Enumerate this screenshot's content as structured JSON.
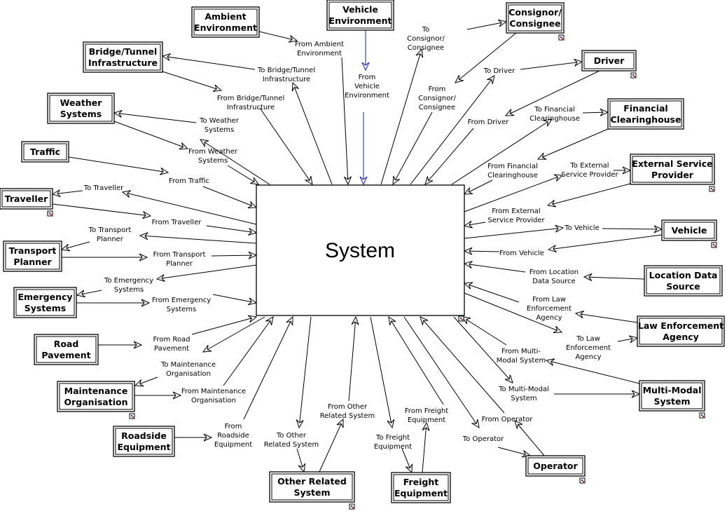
{
  "diagram": {
    "title": "System Context Diagram",
    "system_label": "System",
    "colors": {
      "line": "#000000",
      "highlight_line": "#1a1ad6",
      "background": "#ffffff",
      "link_icon_blue": "#1a1ad6",
      "link_icon_red": "#e01818"
    },
    "terminators": [
      {
        "id": "ambient",
        "lines": [
          "Ambient",
          "Environment"
        ],
        "has_link_icon": false
      },
      {
        "id": "vehicle-env",
        "lines": [
          "Vehicle",
          "Environment"
        ],
        "has_link_icon": false
      },
      {
        "id": "consignor",
        "lines": [
          "Consignor/",
          "Consignee"
        ],
        "has_link_icon": true
      },
      {
        "id": "driver",
        "lines": [
          "Driver"
        ],
        "has_link_icon": true
      },
      {
        "id": "financial",
        "lines": [
          "Financial",
          "Clearinghouse"
        ],
        "has_link_icon": false
      },
      {
        "id": "external",
        "lines": [
          "External Service",
          "Provider"
        ],
        "has_link_icon": true
      },
      {
        "id": "vehicle",
        "lines": [
          "Vehicle"
        ],
        "has_link_icon": true
      },
      {
        "id": "location",
        "lines": [
          "Location Data",
          "Source"
        ],
        "has_link_icon": false
      },
      {
        "id": "law",
        "lines": [
          "Law Enforcement",
          "Agency"
        ],
        "has_link_icon": false
      },
      {
        "id": "multimodal",
        "lines": [
          "Multi-Modal",
          "System"
        ],
        "has_link_icon": true
      },
      {
        "id": "operator",
        "lines": [
          "Operator"
        ],
        "has_link_icon": true
      },
      {
        "id": "freight",
        "lines": [
          "Freight",
          "Equipment"
        ],
        "has_link_icon": false
      },
      {
        "id": "other",
        "lines": [
          "Other Related",
          "System"
        ],
        "has_link_icon": true
      },
      {
        "id": "roadside",
        "lines": [
          "Roadside",
          "Equipment"
        ],
        "has_link_icon": false
      },
      {
        "id": "maintenance",
        "lines": [
          "Maintenance",
          "Organisation"
        ],
        "has_link_icon": true
      },
      {
        "id": "road",
        "lines": [
          "Road",
          "Pavement"
        ],
        "has_link_icon": false
      },
      {
        "id": "emergency",
        "lines": [
          "Emergency",
          "Systems"
        ],
        "has_link_icon": false
      },
      {
        "id": "transport",
        "lines": [
          "Transport",
          "Planner"
        ],
        "has_link_icon": false
      },
      {
        "id": "traveller",
        "lines": [
          "Traveller"
        ],
        "has_link_icon": true
      },
      {
        "id": "traffic",
        "lines": [
          "Traffic"
        ],
        "has_link_icon": false
      },
      {
        "id": "weather",
        "lines": [
          "Weather",
          "Systems"
        ],
        "has_link_icon": false
      },
      {
        "id": "bridge",
        "lines": [
          "Bridge/Tunnel",
          "Infrastructure"
        ],
        "has_link_icon": false
      }
    ],
    "flows": [
      {
        "id": "from-ambient",
        "lines": [
          "From Ambient",
          "Environment"
        ],
        "direction": "in"
      },
      {
        "id": "from-vehicle-env",
        "lines": [
          "From",
          "Vehicle",
          "Environment"
        ],
        "direction": "in",
        "highlighted": true
      },
      {
        "id": "to-consignor",
        "lines": [
          "To",
          "Consignor/",
          "Consignee"
        ],
        "direction": "out"
      },
      {
        "id": "from-consignor",
        "lines": [
          "From",
          "Consignor/",
          "Consignee"
        ],
        "direction": "in"
      },
      {
        "id": "to-driver",
        "lines": [
          "To Driver"
        ],
        "direction": "out"
      },
      {
        "id": "from-driver",
        "lines": [
          "From Driver"
        ],
        "direction": "in"
      },
      {
        "id": "to-financial",
        "lines": [
          "To Financial",
          "Clearinghouse"
        ],
        "direction": "out"
      },
      {
        "id": "from-financial",
        "lines": [
          "From Financial",
          "Clearinghouse"
        ],
        "direction": "in"
      },
      {
        "id": "to-external",
        "lines": [
          "To External",
          "Service Provider"
        ],
        "direction": "out"
      },
      {
        "id": "from-external",
        "lines": [
          "From External",
          "Service Provider"
        ],
        "direction": "in"
      },
      {
        "id": "to-vehicle",
        "lines": [
          "To Vehicle"
        ],
        "direction": "out"
      },
      {
        "id": "from-vehicle",
        "lines": [
          "From Vehicle"
        ],
        "direction": "in"
      },
      {
        "id": "from-location",
        "lines": [
          "From Location",
          "Data Source"
        ],
        "direction": "in"
      },
      {
        "id": "from-law",
        "lines": [
          "From Law",
          "Enforcement",
          "Agency"
        ],
        "direction": "in"
      },
      {
        "id": "to-law",
        "lines": [
          "To Law",
          "Enforcement",
          "Agency"
        ],
        "direction": "out"
      },
      {
        "id": "from-multimodal",
        "lines": [
          "From Multi-",
          "Modal System"
        ],
        "direction": "in"
      },
      {
        "id": "to-multimodal",
        "lines": [
          "To Multi-Modal",
          "System"
        ],
        "direction": "out"
      },
      {
        "id": "from-operator",
        "lines": [
          "From Operator"
        ],
        "direction": "in"
      },
      {
        "id": "to-operator",
        "lines": [
          "To Operator"
        ],
        "direction": "out"
      },
      {
        "id": "from-freight",
        "lines": [
          "From Freight",
          "Equipment"
        ],
        "direction": "in"
      },
      {
        "id": "to-freight",
        "lines": [
          "To Freight",
          "Equipment"
        ],
        "direction": "out"
      },
      {
        "id": "from-other",
        "lines": [
          "From Other",
          "Related System"
        ],
        "direction": "in"
      },
      {
        "id": "to-other",
        "lines": [
          "To Other",
          "Related System"
        ],
        "direction": "out"
      },
      {
        "id": "from-roadside",
        "lines": [
          "From",
          "Roadside",
          "Equipment"
        ],
        "direction": "in"
      },
      {
        "id": "from-maintenance",
        "lines": [
          "From Maintenance",
          "Organisation"
        ],
        "direction": "in"
      },
      {
        "id": "to-maintenance",
        "lines": [
          "To Maintenance",
          "Organisation"
        ],
        "direction": "out"
      },
      {
        "id": "from-road",
        "lines": [
          "From Road",
          "Pavement"
        ],
        "direction": "in"
      },
      {
        "id": "from-emergency",
        "lines": [
          "From Emergency",
          "Systems"
        ],
        "direction": "in"
      },
      {
        "id": "to-emergency",
        "lines": [
          "To Emergency",
          "Systems"
        ],
        "direction": "out"
      },
      {
        "id": "from-transport",
        "lines": [
          "From Transport",
          "Planner"
        ],
        "direction": "in"
      },
      {
        "id": "to-transport",
        "lines": [
          "To Transport",
          "Planner"
        ],
        "direction": "out"
      },
      {
        "id": "from-traveller",
        "lines": [
          "From Traveller"
        ],
        "direction": "in"
      },
      {
        "id": "to-traveller",
        "lines": [
          "To Traveller"
        ],
        "direction": "out"
      },
      {
        "id": "from-traffic",
        "lines": [
          "From Traffic"
        ],
        "direction": "in"
      },
      {
        "id": "from-weather",
        "lines": [
          "From Weather",
          "Systems"
        ],
        "direction": "in"
      },
      {
        "id": "to-weather",
        "lines": [
          "To Weather",
          "Systems"
        ],
        "direction": "out"
      },
      {
        "id": "from-bridge",
        "lines": [
          "From Bridge/Tunnel",
          "Infrastructure"
        ],
        "direction": "in"
      },
      {
        "id": "to-bridge",
        "lines": [
          "To Bridge/Tunnel",
          "Infrastructure"
        ],
        "direction": "out"
      }
    ]
  }
}
